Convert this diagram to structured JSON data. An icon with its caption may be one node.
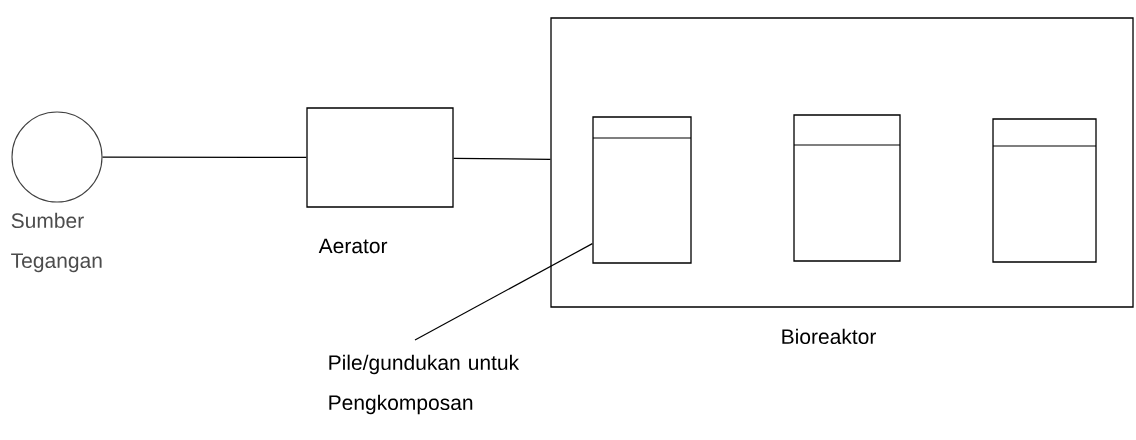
{
  "diagram": {
    "nodes": [
      {
        "text": [],
        "shape": "circle",
        "beside": [
          "Sumber Tegangan"
        ]
      },
      {
        "text": [],
        "shape": "box",
        "beside": [
          "Aerator"
        ]
      },
      {
        "text": [],
        "shape": "box",
        "beside": [
          "Bioreaktor"
        ]
      },
      {
        "text": [],
        "shape": "box",
        "in": 2
      },
      {
        "text": [],
        "shape": "box",
        "in": 2
      },
      {
        "text": [],
        "shape": "box",
        "in": 2
      },
      {
        "text": [
          "Pile/gundukan untuk Pengkomposan"
        ]
      }
    ],
    "edges": [
      {
        "from": 0,
        "to": 1,
        "arrow": "none"
      },
      {
        "from": 1,
        "to": 2,
        "arrow": "none"
      },
      {
        "from": 6,
        "to": 3,
        "arrow": "none"
      }
    ]
  }
}
